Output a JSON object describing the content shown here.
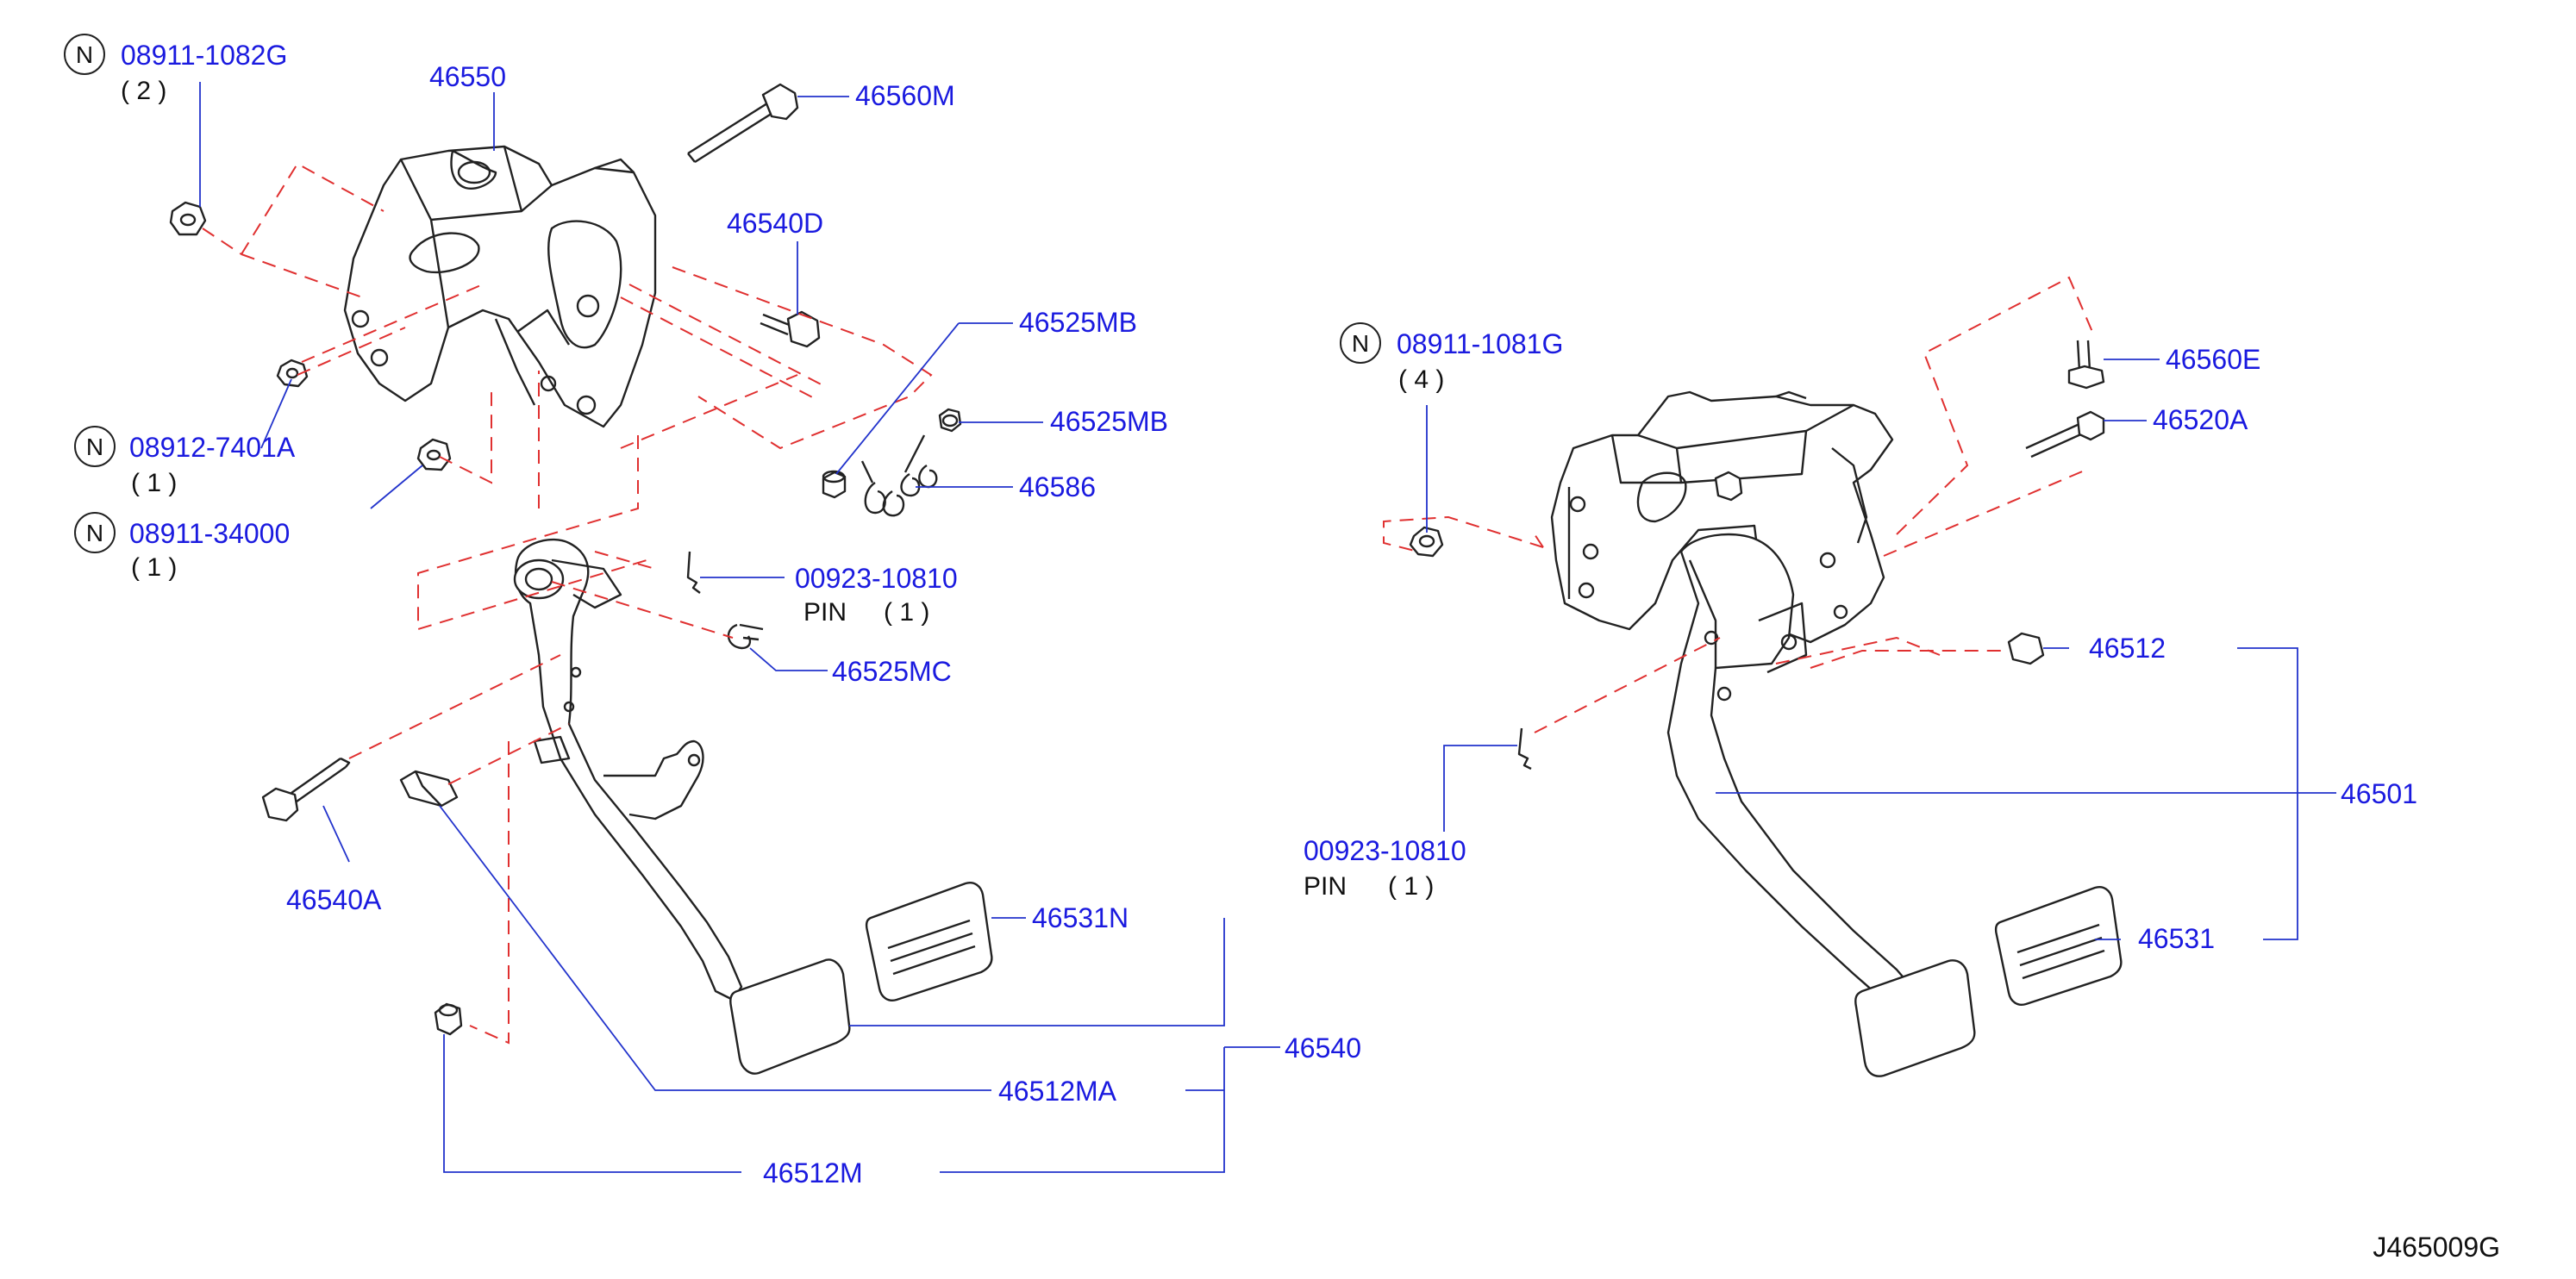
{
  "diagram_code": "J465009G",
  "callouts": {
    "c46550": "46550",
    "c46560M": "46560M",
    "c46540D": "46540D",
    "c46525MB_a": "46525MB",
    "c46525MB_b": "46525MB",
    "c46586": "46586",
    "c00923_left": "00923-10810",
    "c46525MC": "46525MC",
    "c46540A": "46540A",
    "c46531N": "46531N",
    "c46540": "46540",
    "c46512MA": "46512MA",
    "c46512M": "46512M",
    "c46560E": "46560E",
    "c46520A": "46520A",
    "c46512": "46512",
    "c46501": "46501",
    "c00923_right": "00923-10810",
    "c46531": "46531"
  },
  "pins": {
    "left_label": "PIN",
    "left_qty": "( 1 )",
    "right_label": "PIN",
    "right_qty": "( 1 )"
  },
  "nuts": {
    "n1_symbol": "N",
    "n1_code": "08911-1082G",
    "n1_qty": "( 2 )",
    "n2_symbol": "N",
    "n2_code": "08912-7401A",
    "n2_qty": "( 1 )",
    "n3_symbol": "N",
    "n3_code": "08911-34000",
    "n3_qty": "( 1 )",
    "n4_symbol": "N",
    "n4_code": "08911-1081G",
    "n4_qty": "( 4 )"
  },
  "colors": {
    "label_blue": "#1a1adf",
    "leader_blue": "#2233cc",
    "dash_red": "#e03030",
    "line_black": "#222222"
  }
}
